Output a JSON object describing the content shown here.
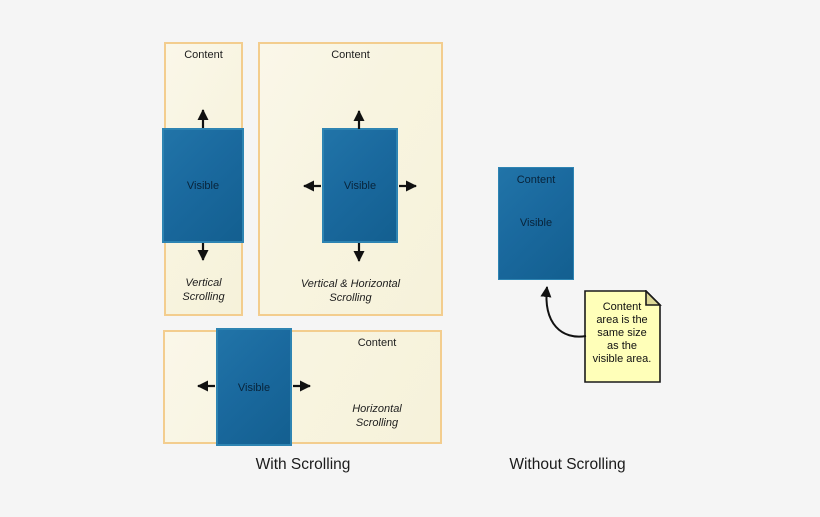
{
  "titles": {
    "with_scrolling": "With Scrolling",
    "without_scrolling": "Without Scrolling"
  },
  "colors": {
    "background": "#f5f5f5",
    "content_box_fill": "#f8f4e0",
    "content_box_border": "#f3cd8e",
    "visible_box_fill": "#1a699e",
    "visible_box_border": "#2e84b2",
    "note_fill": "#ffffb9",
    "arrow": "#111111"
  },
  "diagrams": {
    "vertical": {
      "content_label": "Content",
      "visible_label": "Visible",
      "caption": [
        "Vertical",
        "Scrolling"
      ]
    },
    "vertical_horizontal": {
      "content_label": "Content",
      "visible_label": "Visible",
      "caption": [
        "Vertical & Horizontal",
        "Scrolling"
      ]
    },
    "horizontal": {
      "content_label": "Content",
      "visible_label": "Visible",
      "caption": [
        "Horizontal",
        "Scrolling"
      ]
    },
    "no_scroll": {
      "content_label": "Content",
      "visible_label": "Visible",
      "note_lines": [
        "Content",
        "area is the",
        "same size",
        "as the",
        "visible area."
      ]
    }
  }
}
